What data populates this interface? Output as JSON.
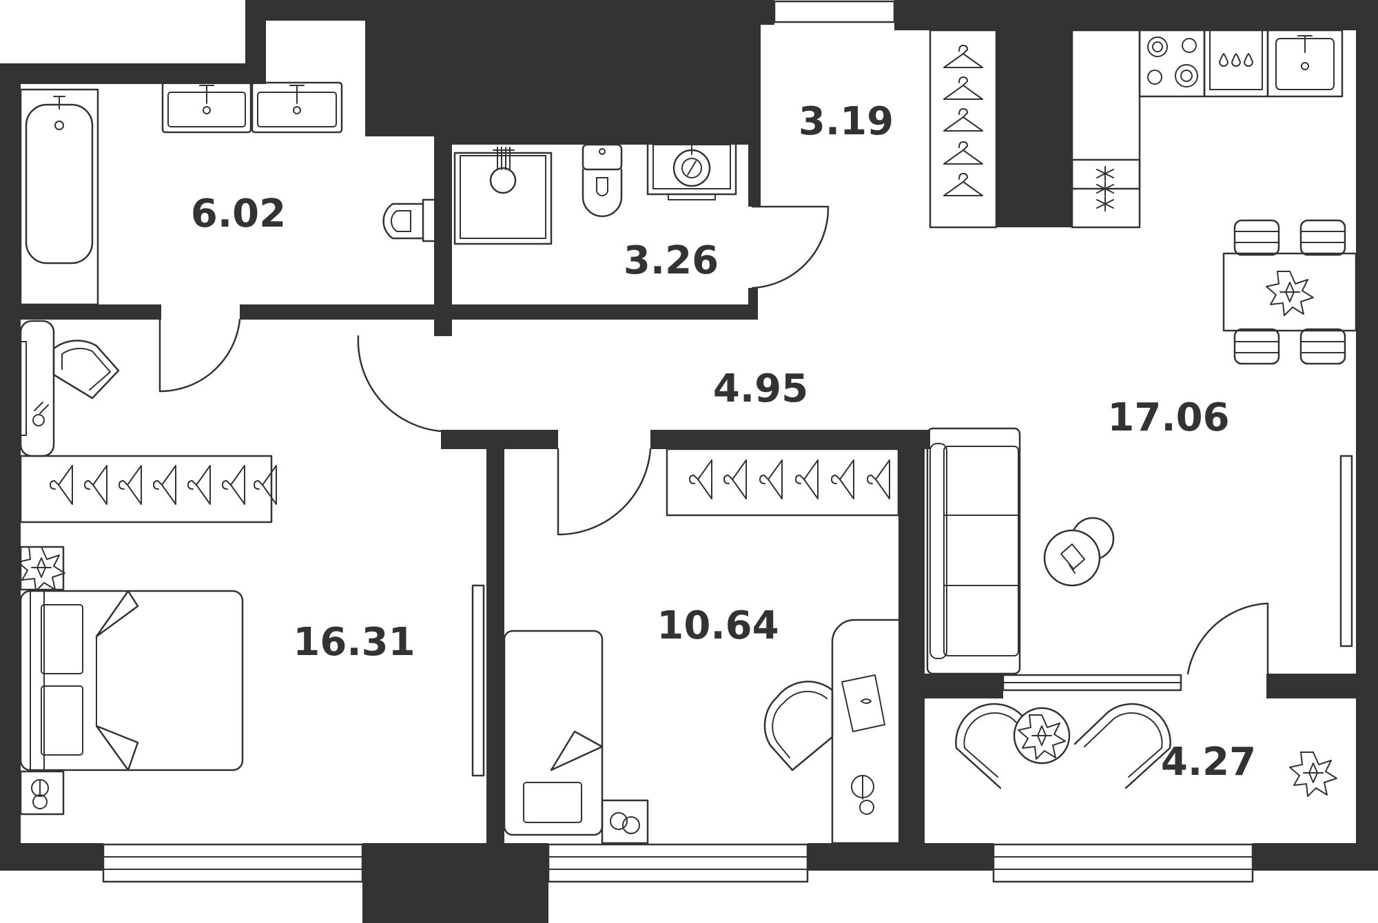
{
  "colors": {
    "wall": "#333333",
    "background": "#ffffff"
  },
  "rooms": [
    {
      "id": "bathroom",
      "area": "6.02"
    },
    {
      "id": "toilet",
      "area": "3.26"
    },
    {
      "id": "wardrobe",
      "area": "3.19"
    },
    {
      "id": "hallway",
      "area": "4.95"
    },
    {
      "id": "kitchen-living",
      "area": "17.06"
    },
    {
      "id": "bedroom-main",
      "area": "16.31"
    },
    {
      "id": "bedroom-second",
      "area": "10.64"
    },
    {
      "id": "balcony",
      "area": "4.27"
    }
  ],
  "icons": [
    "bathtub-icon",
    "sink-icon",
    "toilet-icon",
    "shower-icon",
    "washing-machine-icon",
    "hanger-icon",
    "stove-icon",
    "kitchen-sink-icon",
    "dining-table-icon",
    "chair-icon",
    "sofa-icon",
    "bed-icon",
    "desk-icon",
    "armchair-icon",
    "plant-icon",
    "lamp-icon",
    "door-icon",
    "window-icon"
  ]
}
